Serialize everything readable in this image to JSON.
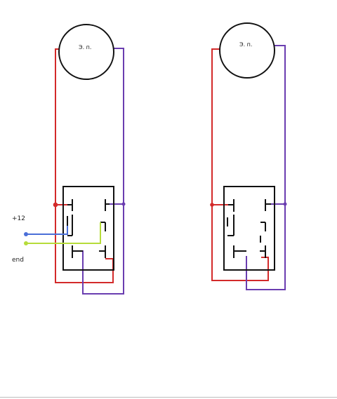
{
  "labels": {
    "motor_left": "Э. п.",
    "motor_right": "Э. п.",
    "plus12": "+12",
    "ground": "end"
  },
  "colors": {
    "red": "#d32a2a",
    "purple": "#6a3db0",
    "blue": "#4a6fd8",
    "green": "#b6dc3a",
    "black": "#111111"
  }
}
